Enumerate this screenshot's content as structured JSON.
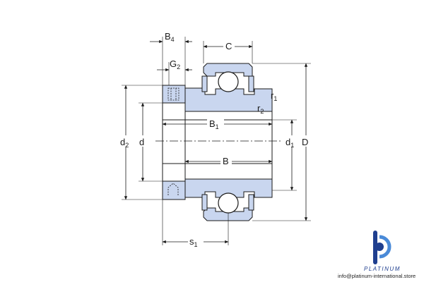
{
  "diagram": {
    "labels": {
      "b4": "B",
      "b4_sub": "4",
      "g2": "G",
      "g2_sub": "2",
      "c": "C",
      "r1": "r",
      "r1_sub": "1",
      "r2": "r",
      "r2_sub": "2",
      "b1": "B",
      "b1_sub": "1",
      "b": "B",
      "d2": "d",
      "d2_sub": "2",
      "d": "d",
      "d1": "d",
      "d1_sub": "1",
      "D": "D",
      "s1": "s",
      "s1_sub": "1"
    },
    "colors": {
      "fill": "#c9d6ef",
      "line": "#1a1a1a",
      "brand": "#1f3f8f",
      "brand_light": "#4a8ad8"
    }
  },
  "brand": {
    "logo_icon": "platinum-p-logo-icon",
    "name": "PLATINUM",
    "contact": "info@platinum-international.store"
  }
}
